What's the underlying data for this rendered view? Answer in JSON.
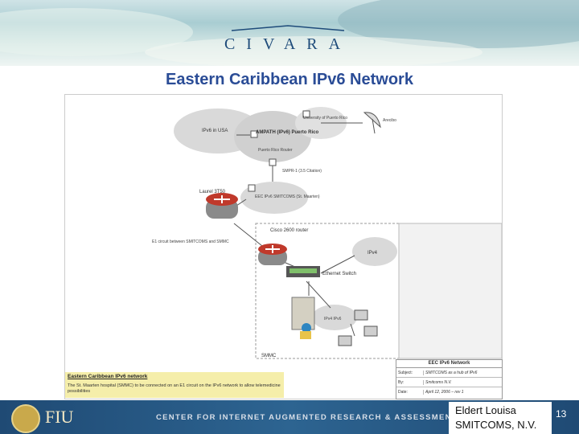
{
  "header": {
    "logo_text": "CIVARA"
  },
  "title": "Eastern Caribbean IPv6 Network",
  "diagram": {
    "labels": {
      "usa": "IPv6 in USA",
      "ampath": "AMPATH (IPv6) Puerto Rico",
      "university": "University of Puerto Rico",
      "ampath_sub": "Puerto Rico Router",
      "arecibo": "Arecibo",
      "smpr": "SMPR-1 (3.5 Citation)",
      "laurel": "Laurel 3T50",
      "eec": "EEC IPv6 SMITCOMS (St. Maarten)",
      "e1": "E1 circuit between SMITCOMS and SMMC",
      "cisco": "Cisco 2600 router",
      "ipv4": "IPv4",
      "switch": "Ethernet Switch",
      "ipv6_clients": "IPv4 IPv6",
      "smmc": "SMMC"
    }
  },
  "note": {
    "title": "Eastern Caribbean IPv6 network",
    "text": "The St. Maarten hospital (SMMC) to be connected on an E1 circuit on the IPv6 network to allow telemedicine possibilities"
  },
  "info_table": {
    "title": "EEC IPv6 Network",
    "rows": [
      {
        "key": "Subject:",
        "value": "SMITCOMS as a hub of IPv6"
      },
      {
        "key": "By:",
        "value": "Smitcoms N.V."
      },
      {
        "key": "Date:",
        "value": "April 12, 2006 – rev 1"
      }
    ]
  },
  "footer": {
    "logo_text": "FIU",
    "center_text": "CENTER FOR INTERNET AUGMENTED RESEARCH & ASSESSMENT",
    "author_name": "Eldert Louisa",
    "author_org": "SMITCOMS, N.V.",
    "page_number": "13"
  },
  "colors": {
    "title": "#2a4c96",
    "footer_bg": "#1f4a74",
    "router_red": "#c0392b",
    "cloud_gray": "#d9d9d9"
  }
}
